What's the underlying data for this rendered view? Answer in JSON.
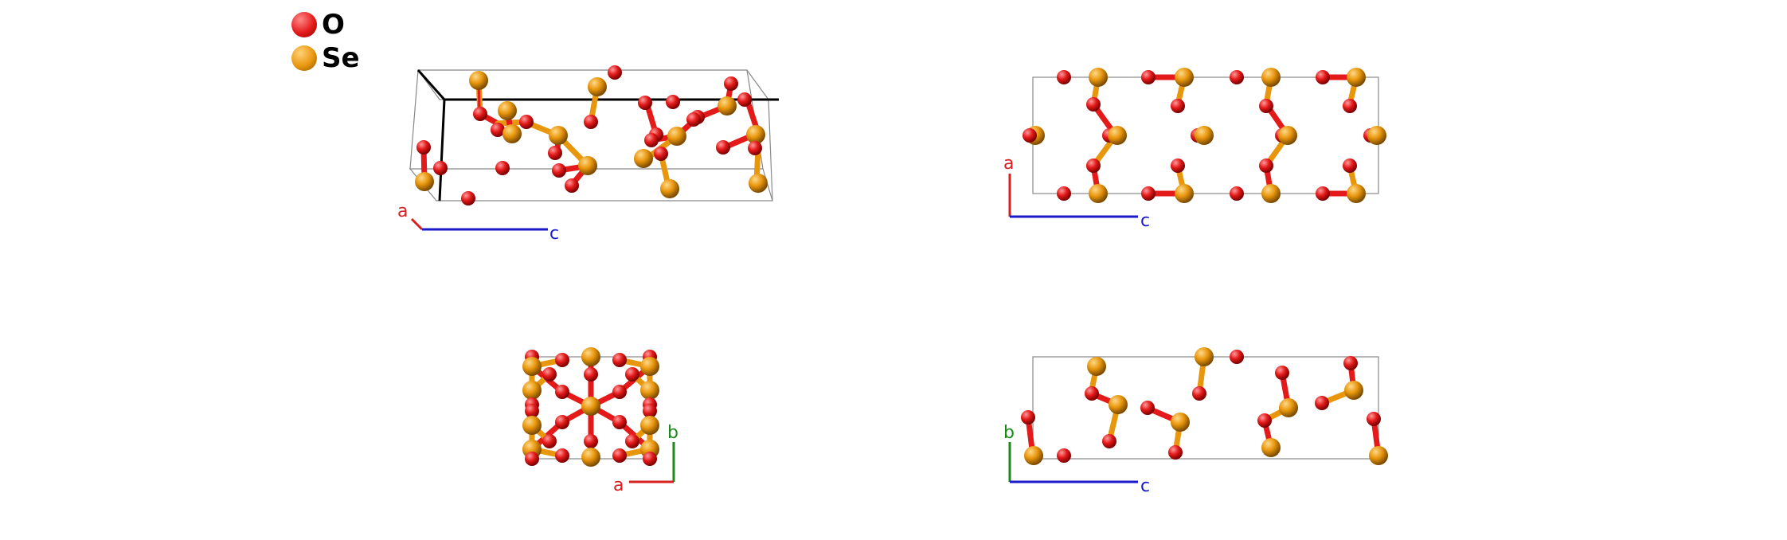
{
  "legend": {
    "items": [
      {
        "label": "O",
        "color": "#e41a1a"
      },
      {
        "label": "Se",
        "color": "#e8960c"
      }
    ]
  },
  "colors": {
    "oxygen": "#e41a1a",
    "selenium": "#e8960c",
    "axis_a": "#d62020",
    "axis_b": "#1a8a1a",
    "axis_c": "#1a1acc",
    "cell_edge": "#000000"
  },
  "panels": [
    {
      "id": "perspective",
      "axes": [
        "a",
        "c"
      ]
    },
    {
      "id": "view-b",
      "axes": [
        "a",
        "c"
      ]
    },
    {
      "id": "view-c",
      "axes": [
        "b",
        "a"
      ]
    },
    {
      "id": "view-a",
      "axes": [
        "b",
        "c"
      ]
    }
  ]
}
